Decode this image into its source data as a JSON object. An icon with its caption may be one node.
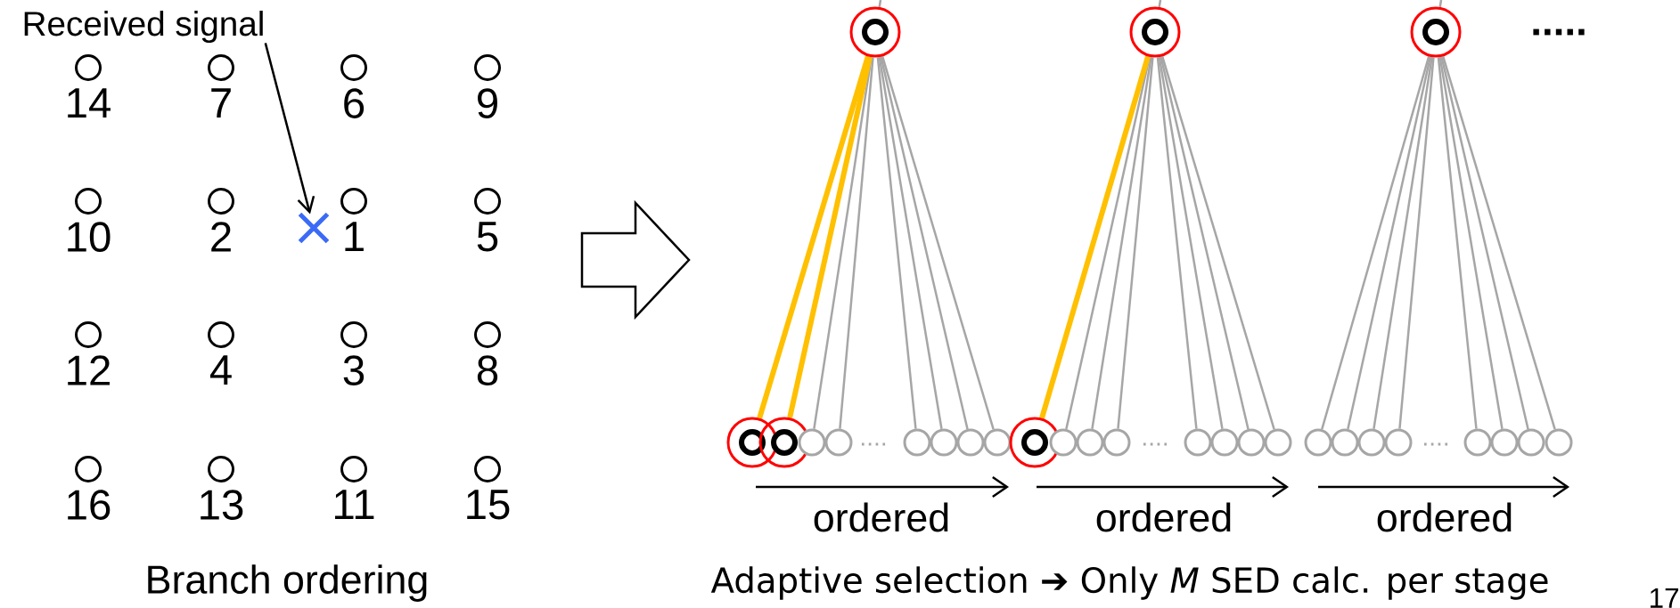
{
  "diagram": {
    "nodes": [
      {
        "text": [
          "14"
        ]
      },
      {
        "text": [
          "7"
        ]
      },
      {
        "text": [
          "6"
        ]
      },
      {
        "text": [
          "9"
        ]
      },
      {
        "text": [
          "10"
        ]
      },
      {
        "text": [
          "2"
        ]
      },
      {
        "text": [
          "1"
        ]
      },
      {
        "text": [
          "5"
        ]
      },
      {
        "text": [
          "12"
        ]
      },
      {
        "text": [
          "4"
        ]
      },
      {
        "text": [
          "3"
        ]
      },
      {
        "text": [
          "8"
        ]
      },
      {
        "text": [
          "16"
        ]
      },
      {
        "text": [
          "13"
        ]
      },
      {
        "text": [
          "11"
        ]
      },
      {
        "text": [
          "15"
        ]
      },
      {
        "text": [
          "Received signal"
        ]
      },
      {
        "text": [],
        "shape": "cross"
      },
      {
        "text": [],
        "shape": "ring"
      },
      {
        "text": [],
        "shape": "ring"
      },
      {
        "text": [],
        "shape": "ring"
      },
      {
        "text": [],
        "shape": "circle"
      },
      {
        "text": [],
        "shape": "circle"
      },
      {
        "text": [],
        "shape": "circle"
      },
      {
        "text": [],
        "shape": "circle"
      },
      {
        "text": [],
        "shape": "circle"
      },
      {
        "text": [],
        "shape": "circle"
      },
      {
        "text": [],
        "shape": "ring"
      },
      {
        "text": [],
        "shape": "ring"
      },
      {
        "text": [],
        "shape": "circle"
      },
      {
        "text": [],
        "shape": "circle"
      },
      {
        "text": [],
        "shape": "circle"
      },
      {
        "text": [],
        "shape": "circle"
      },
      {
        "text": [],
        "shape": "circle"
      },
      {
        "text": [],
        "shape": "circle"
      },
      {
        "text": [],
        "shape": "circle"
      },
      {
        "text": [],
        "shape": "ring"
      },
      {
        "text": [],
        "shape": "circle"
      },
      {
        "text": [],
        "shape": "circle"
      },
      {
        "text": [],
        "shape": "circle"
      },
      {
        "text": [],
        "shape": "circle"
      },
      {
        "text": [],
        "shape": "circle"
      },
      {
        "text": [],
        "shape": "circle"
      },
      {
        "text": [],
        "shape": "circle"
      },
      {
        "text": [],
        "shape": "circle"
      }
    ],
    "edges": [
      {
        "from": 16,
        "to": 17,
        "arrow": "to",
        "color": "#000000"
      },
      {
        "from": null,
        "to": 18,
        "arrow": "none"
      },
      {
        "from": 18,
        "to": 19,
        "arrow": "none",
        "style": "thick",
        "color": "#ffc000"
      },
      {
        "from": 18,
        "to": 20,
        "arrow": "none",
        "style": "thick",
        "color": "#ffc000"
      },
      {
        "from": 18,
        "to": 21,
        "arrow": "none"
      },
      {
        "from": 18,
        "to": 22,
        "arrow": "none"
      },
      {
        "from": 18,
        "to": 23,
        "arrow": "none"
      },
      {
        "from": 18,
        "to": 24,
        "arrow": "none"
      },
      {
        "from": 18,
        "to": 25,
        "arrow": "none"
      },
      {
        "from": 18,
        "to": 26,
        "arrow": "none"
      },
      {
        "from": null,
        "to": 27,
        "arrow": "none"
      },
      {
        "from": 27,
        "to": 28,
        "arrow": "none",
        "style": "thick",
        "color": "#ffc000"
      },
      {
        "from": 27,
        "to": 29,
        "arrow": "none"
      },
      {
        "from": 27,
        "to": 30,
        "arrow": "none"
      },
      {
        "from": 27,
        "to": 31,
        "arrow": "none"
      },
      {
        "from": 27,
        "to": 32,
        "arrow": "none"
      },
      {
        "from": 27,
        "to": 33,
        "arrow": "none"
      },
      {
        "from": 27,
        "to": 34,
        "arrow": "none"
      },
      {
        "from": 27,
        "to": 35,
        "arrow": "none"
      },
      {
        "from": null,
        "to": 36,
        "arrow": "none"
      },
      {
        "from": 36,
        "to": 37,
        "arrow": "none"
      },
      {
        "from": 36,
        "to": 38,
        "arrow": "none"
      },
      {
        "from": 36,
        "to": 39,
        "arrow": "none"
      },
      {
        "from": 36,
        "to": 40,
        "arrow": "none"
      },
      {
        "from": 36,
        "to": 41,
        "arrow": "none"
      },
      {
        "from": 36,
        "to": 42,
        "arrow": "none"
      },
      {
        "from": 36,
        "to": 43,
        "arrow": "none"
      },
      {
        "from": 36,
        "to": 44,
        "arrow": "none"
      }
    ],
    "labels": [
      ".....",
      "....",
      "....",
      "....",
      "ordered",
      "ordered",
      "ordered",
      "Branch ordering",
      "Adaptive selection ➔ Only *M* SED calc. per stage",
      "17"
    ]
  }
}
